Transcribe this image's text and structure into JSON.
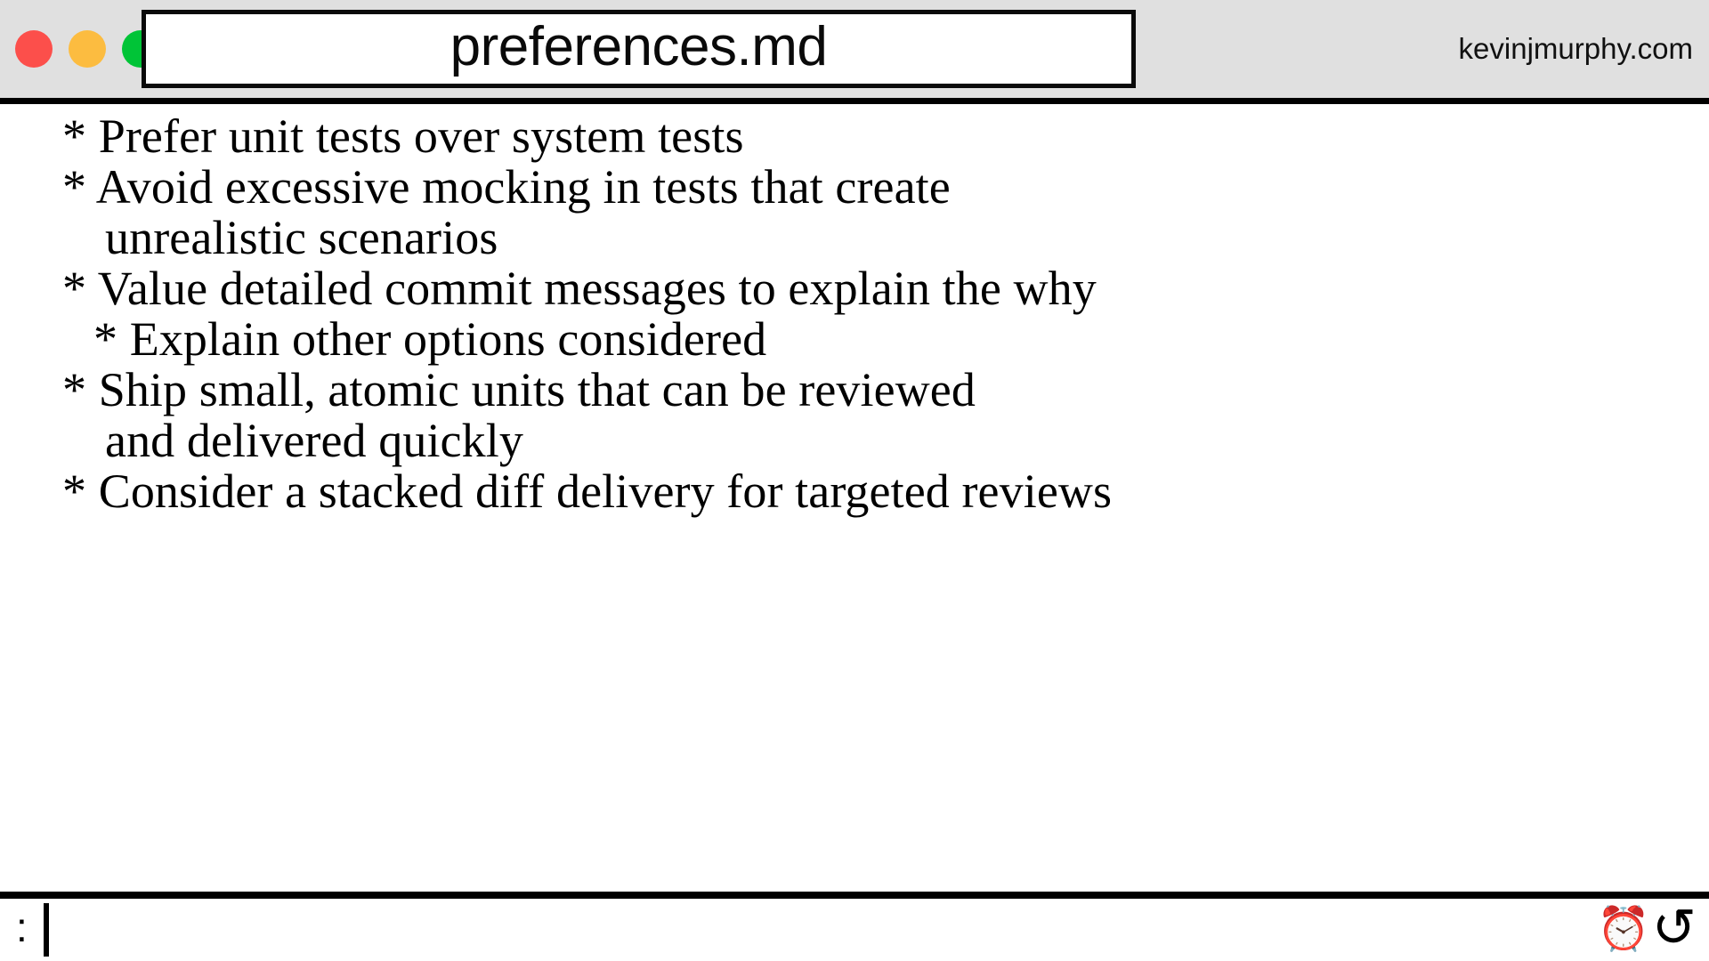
{
  "titlebar": {
    "traffic_lights": [
      {
        "name": "close",
        "color": "#fc4f4b"
      },
      {
        "name": "minimize",
        "color": "#fcbc40"
      },
      {
        "name": "maximize",
        "color": "#00c437"
      }
    ],
    "title": "preferences.md",
    "watermark": "kevinjmurphy.com"
  },
  "document": {
    "lines": [
      {
        "text": "* Prefer unit tests over system tests",
        "indent": "none"
      },
      {
        "text": "* Avoid excessive mocking in tests that create",
        "indent": "none"
      },
      {
        "text": "unrealistic scenarios",
        "indent": "cont"
      },
      {
        "text": "* Value detailed commit messages to explain the why",
        "indent": "none"
      },
      {
        "text": "* Explain other options considered",
        "indent": "sub"
      },
      {
        "text": "* Ship small, atomic units that can be reviewed",
        "indent": "none"
      },
      {
        "text": "and delivered quickly",
        "indent": "cont"
      },
      {
        "text": "* Consider a stacked diff delivery for targeted reviews",
        "indent": "none"
      }
    ]
  },
  "statusbar": {
    "command_prompt": ":",
    "command_value": "",
    "icons": [
      {
        "name": "alarm-clock-icon",
        "glyph": "⏰"
      },
      {
        "name": "reload-counterclockwise-icon",
        "glyph": "↺"
      }
    ]
  },
  "colors": {
    "titlebar_bg": "#e0e0e0",
    "body_bg": "#ffffff",
    "text": "#000000",
    "border": "#000000"
  }
}
